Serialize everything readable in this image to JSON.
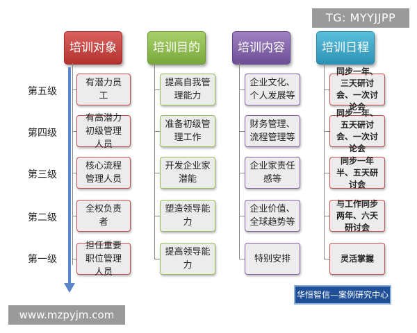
{
  "watermarks": {
    "top": "TG: MYYJJPP",
    "bottom": "www.mzpyjm.com"
  },
  "headers": [
    "培训对象",
    "培训目的",
    "培训内容",
    "培训日程"
  ],
  "levels": [
    "第五级",
    "第四级",
    "第三级",
    "第二级",
    "第一级"
  ],
  "targets": [
    "有潜力员工",
    "有高潜力初级管理人员",
    "核心流程管理人员",
    "全权负责者",
    "担任重要职位管理人员"
  ],
  "purposes": [
    "提高自我管理能力",
    "准备初级管理工作",
    "开发企业家潜能",
    "塑造领导能力",
    "提高领导能力"
  ],
  "contents": [
    "企业文化、个人发展等",
    "财务管理、流程管理等",
    "企业家责任感等",
    "企业价值、全球趋势等",
    "特别安排"
  ],
  "schedules": [
    "同步一年、三天研讨会、一次讨论会",
    "同步一年、五天研讨会、一次讨论会",
    "同步一年半、五天研讨会",
    "与工作同步两年、六天研讨会",
    "灵活掌握"
  ],
  "footer_logo": "华恒智信—案例研究中心",
  "colors": {
    "red": "#c0504d",
    "green": "#9bbb59",
    "purple": "#8064a2",
    "blue": "#4bacc6",
    "axis": "#5a86c8"
  }
}
